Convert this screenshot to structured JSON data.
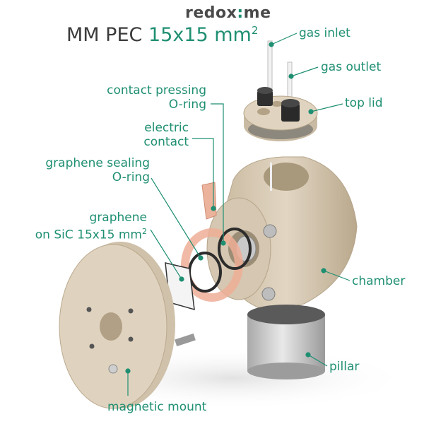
{
  "brand": {
    "part1": "redox",
    "part2": "me",
    "separator": ":"
  },
  "title": {
    "prefix": "MM PEC",
    "accent": "15x15 mm",
    "superscript": "2"
  },
  "labels": {
    "gas_inlet": "gas inlet",
    "gas_outlet": "gas outlet",
    "top_lid": "top lid",
    "contact_pressing_1": "contact pressing",
    "contact_pressing_2": "O-ring",
    "electric_contact_1": "electric",
    "electric_contact_2": "contact",
    "graphene_sealing_1": "graphene sealing",
    "graphene_sealing_2": "O-ring",
    "graphene_1": "graphene",
    "graphene_2": "on SiC 15x15 mm",
    "graphene_sup": "2",
    "chamber": "chamber",
    "pillar": "pillar",
    "magnetic_mount": "magnetic mount"
  },
  "colors": {
    "accent": "#1f8f72",
    "peek": "#d8cbb6",
    "copper": "#e8a48c"
  }
}
